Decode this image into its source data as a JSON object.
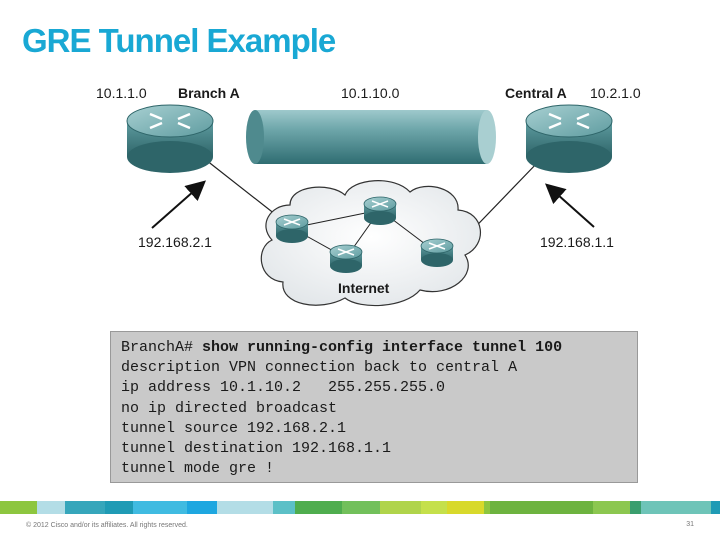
{
  "title": "GRE Tunnel Example",
  "diagram": {
    "left_network": "10.1.1.0",
    "left_router": "Branch A",
    "tunnel_network": "10.1.10.0",
    "right_router": "Central A",
    "right_network": "10.2.1.0",
    "left_ip": "192.168.2.1",
    "right_ip": "192.168.1.1",
    "cloud_label": "Internet"
  },
  "config": {
    "prompt": "BranchA# ",
    "command": "show running-config interface tunnel 100",
    "lines": [
      "description VPN connection back to central A",
      "ip address 10.1.10.2   255.255.255.0",
      "no ip directed broadcast",
      "tunnel source 192.168.2.1",
      "tunnel destination 192.168.1.1",
      "tunnel mode gre !"
    ]
  },
  "footer": {
    "copyright": "© 2012 Cisco and/or its affiliates. All rights reserved.",
    "page": "31",
    "stripe_colors": [
      "#8dc63f",
      "#b3dde6",
      "#36a6bb",
      "#1f9bb5",
      "#40bbe1",
      "#1ea7e0",
      "#b3dde6",
      "#5cc0c7",
      "#4fad4e",
      "#72c05b",
      "#b0d44b",
      "#c5e04b",
      "#d8d92b",
      "#8dc63f",
      "#6db33f",
      "#8cc750",
      "#3a9e6e",
      "#6ec4b8",
      "#1f9bb5"
    ]
  }
}
